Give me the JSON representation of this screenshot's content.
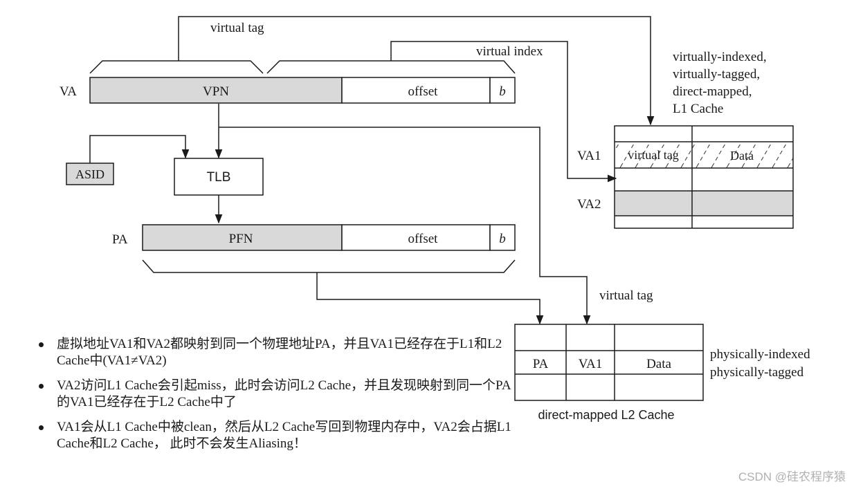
{
  "colors": {
    "shade": "#d9d9d9",
    "stroke": "#1a1a1a",
    "watermark": "#b0b0b0"
  },
  "labels": {
    "virtual_tag_top": "virtual tag",
    "virtual_index": "virtual index",
    "va": "VA",
    "vpn": "VPN",
    "va_offset": "offset",
    "va_b": "b",
    "asid": "ASID",
    "tlb": "TLB",
    "pa": "PA",
    "pfn": "PFN",
    "pa_offset": "offset",
    "pa_b": "b",
    "virtual_tag_l2": "virtual tag"
  },
  "l1_cache": {
    "caption_lines": [
      "virtually-indexed,",
      "virtually-tagged,",
      "direct-mapped,",
      "L1 Cache"
    ],
    "row_va1": "VA1",
    "row_va2": "VA2",
    "cell_tag": "virtual tag",
    "cell_data": "Data"
  },
  "l2_cache": {
    "cell_pa": "PA",
    "cell_va1": "VA1",
    "cell_data": "Data",
    "side_lines": [
      "physically-indexed",
      "physically-tagged"
    ],
    "caption": "direct-mapped L2 Cache"
  },
  "bullets": [
    "虚拟地址VA1和VA2都映射到同一个物理地址PA，并且VA1已经存在于L1和L2 Cache中(VA1≠VA2)",
    "VA2访问L1 Cache会引起miss，此时会访问L2 Cache，并且发现映射到同一个PA的VA1已经存在于L2 Cache中了",
    "VA1会从L1 Cache中被clean，然后从L2 Cache写回到物理内存中，VA2会占据L1 Cache和L2 Cache， 此时不会发生Aliasing！"
  ],
  "watermark": "CSDN @硅农程序猿"
}
